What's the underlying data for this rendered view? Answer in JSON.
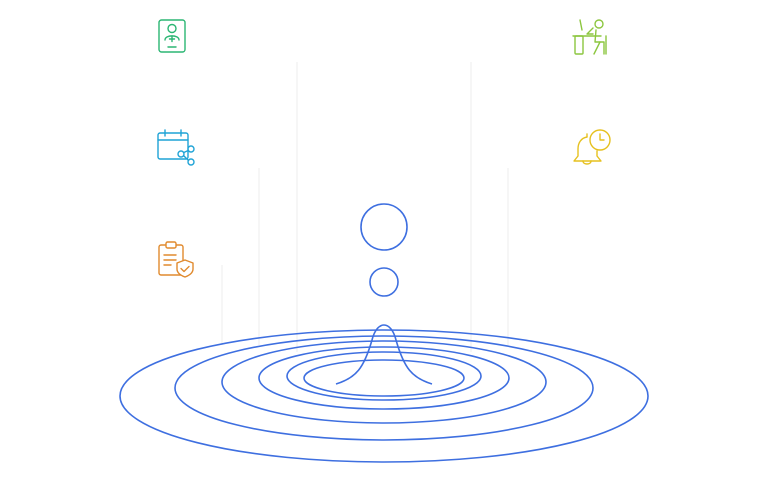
{
  "colors": {
    "ripple": "#3e6fe0",
    "connector": "#ededed",
    "green_icon": "#2bb673",
    "blue_icon": "#1fa3d6",
    "orange_icon": "#e08a2e",
    "lime_icon": "#8cc63f",
    "yellow_icon": "#e6c11f"
  },
  "nodes": [
    {
      "id": "top-left",
      "icon": "medical-id-card-icon",
      "color_key": "green_icon",
      "label": ""
    },
    {
      "id": "mid-left",
      "icon": "calendar-share-icon",
      "color_key": "blue_icon",
      "label": ""
    },
    {
      "id": "bottom-left",
      "icon": "clipboard-check-icon",
      "color_key": "orange_icon",
      "label": ""
    },
    {
      "id": "top-right",
      "icon": "person-at-desk-icon",
      "color_key": "lime_icon",
      "label": ""
    },
    {
      "id": "mid-right",
      "icon": "bell-clock-icon",
      "color_key": "yellow_icon",
      "label": ""
    }
  ]
}
